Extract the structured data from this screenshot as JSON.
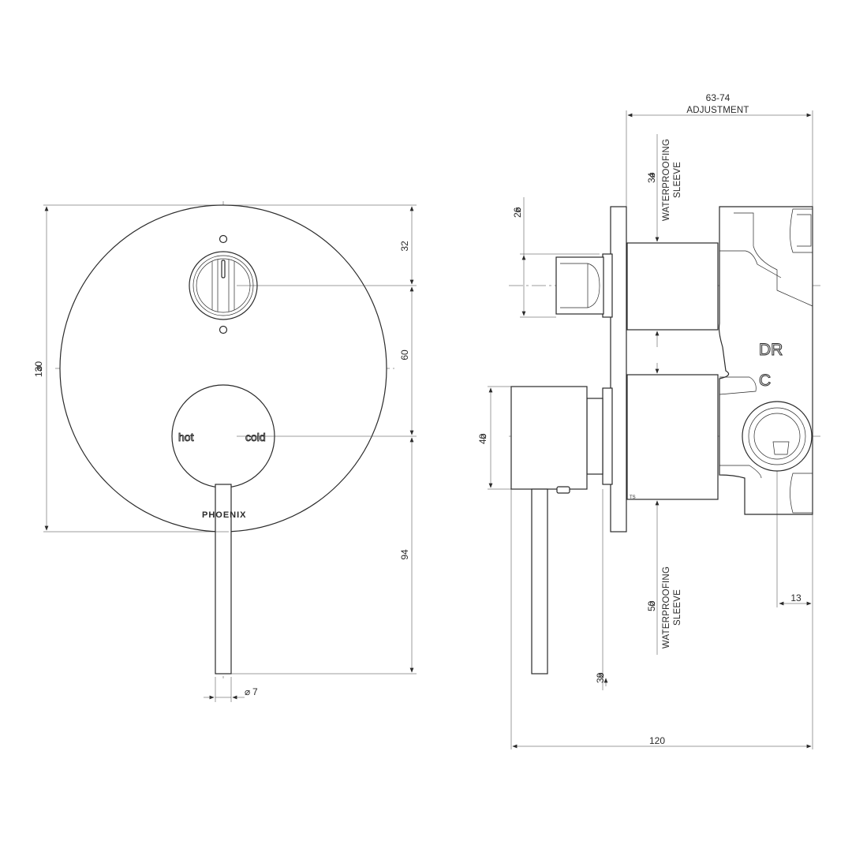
{
  "front_view": {
    "dims": {
      "overall_diameter": "130",
      "spindle_diameter": "7",
      "top_offset": "32",
      "spacing": "60",
      "lever_drop": "94"
    },
    "labels": {
      "hot": "hot",
      "cold": "cold",
      "brand": "PHOENIX"
    }
  },
  "side_view": {
    "dims": {
      "adjustment_range": "63-74",
      "adjustment_label": "ADJUSTMENT",
      "diverter_diameter": "26",
      "upper_sleeve_diameter": "34",
      "upper_sleeve_label_1": "WATERPROOFING",
      "upper_sleeve_label_2": "SLEEVE",
      "handle_diameter": "40",
      "lower_sleeve_diameter": "50",
      "lower_sleeve_label_1": "WATERPROOFING",
      "lower_sleeve_label_2": "SLEEVE",
      "inner_diameter": "39",
      "body_offset": "13",
      "total_depth": "120"
    },
    "cast_marks": {
      "diverter": "DR",
      "cold": "C"
    }
  }
}
